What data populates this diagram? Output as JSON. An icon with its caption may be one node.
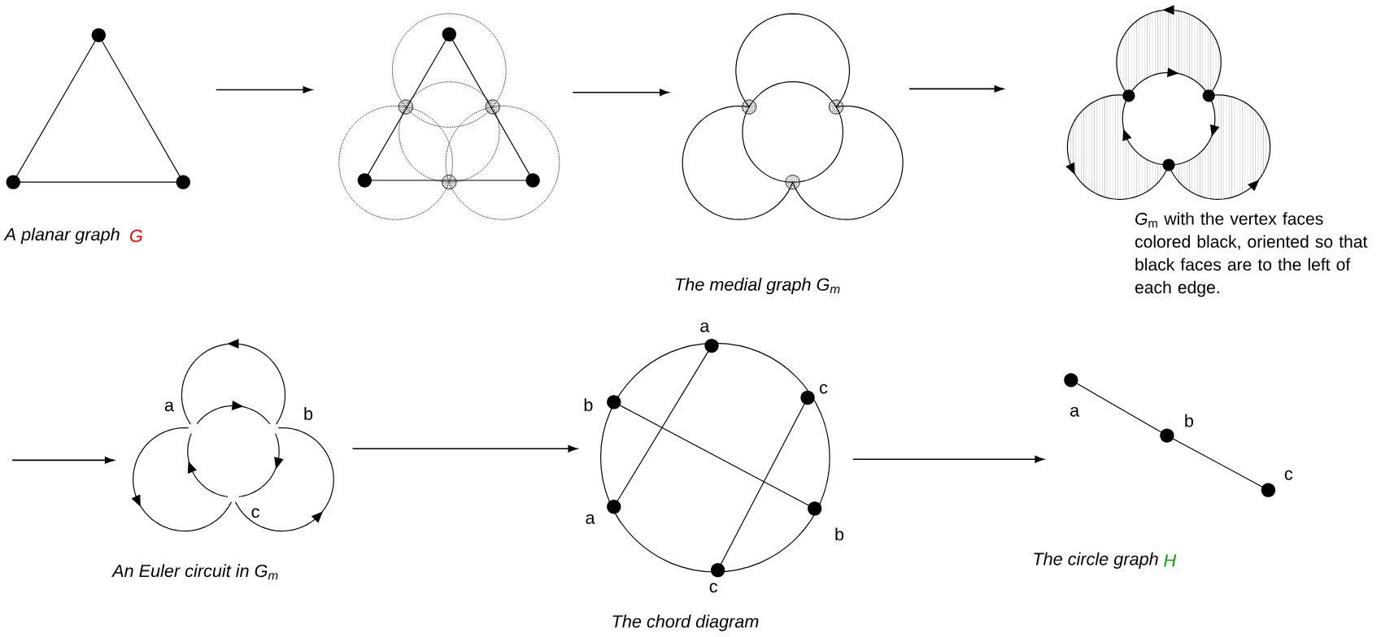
{
  "diagram": {
    "nodes": [
      {
        "text": [],
        "shape": "picture",
        "beside": [
          "A planar graph",
          "G"
        ]
      },
      {
        "text": [],
        "shape": "picture"
      },
      {
        "text": [],
        "shape": "picture",
        "beside": [
          "The medial graph G$_{m}$"
        ]
      },
      {
        "text": [],
        "shape": "picture",
        "beside": [
          "*G*$_{m}$  with the vertex faces colored black, oriented so that black faces are to the left of each edge."
        ]
      },
      {
        "text": [],
        "shape": "picture",
        "beside": [
          "An Euler circuit in G$_{m}$"
        ]
      },
      {
        "text": [],
        "shape": "picture",
        "beside": [
          "The chord diagram"
        ]
      },
      {
        "text": [],
        "shape": "picture",
        "beside": [
          "The circle graph",
          "H"
        ]
      }
    ],
    "edges": [
      {
        "from": 0,
        "to": 1,
        "arrow": "to"
      },
      {
        "from": 1,
        "to": 2,
        "arrow": "to"
      },
      {
        "from": 2,
        "to": 3,
        "arrow": "to"
      },
      {
        "from": null,
        "to": 4,
        "arrow": "to"
      },
      {
        "from": 4,
        "to": 5,
        "arrow": "to"
      },
      {
        "from": 5,
        "to": 6,
        "arrow": "to"
      }
    ],
    "labels": [
      "a",
      "b",
      "c",
      "a",
      "c",
      "b",
      "a",
      "b",
      "c",
      "a",
      "b",
      "c"
    ]
  }
}
